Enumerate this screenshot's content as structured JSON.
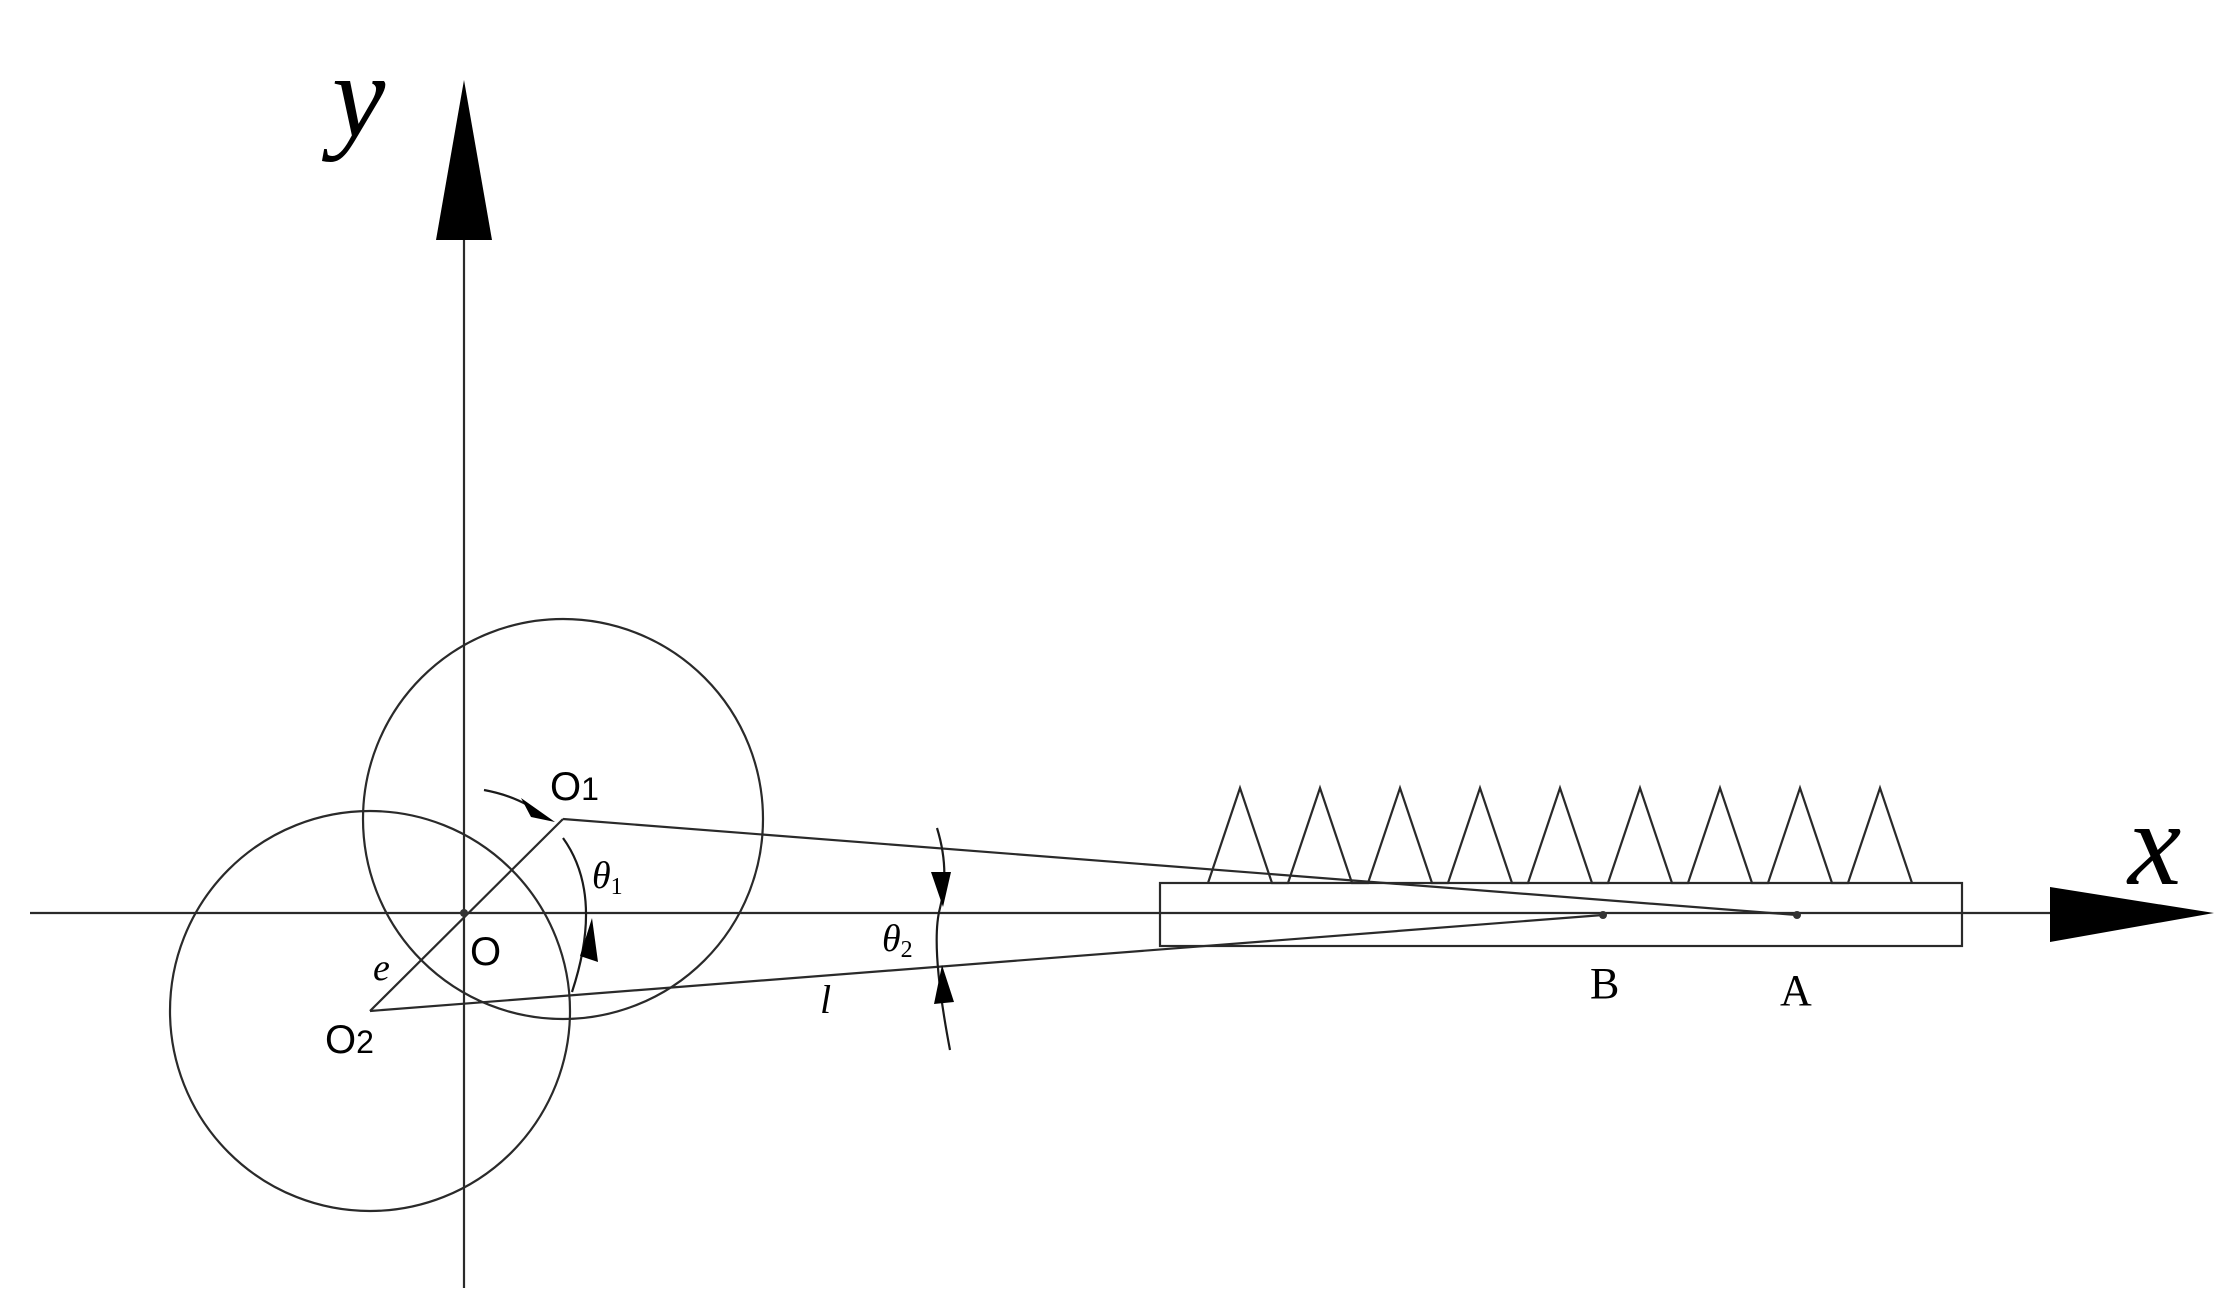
{
  "labels": {
    "y_axis": "y",
    "x_axis": "x",
    "origin": "O",
    "o1_letter": "O",
    "o1_sub": "1",
    "o2_letter": "O",
    "o2_sub": "2",
    "theta": "θ",
    "theta1_sub": "1",
    "theta2_sub": "2",
    "eccentricity": "e",
    "length": "l",
    "point_b": "B",
    "point_a": "A"
  },
  "colors": {
    "line": "#2a2a2a",
    "arrow": "#000000",
    "background": "#ffffff"
  }
}
